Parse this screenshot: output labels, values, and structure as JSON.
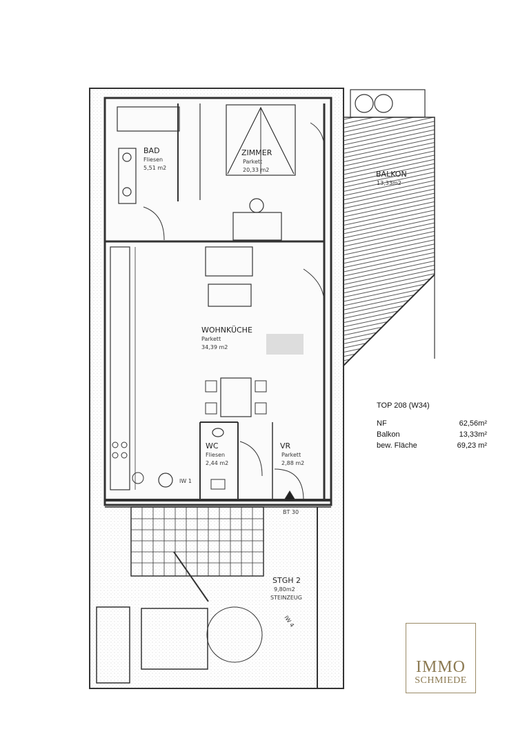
{
  "rooms": {
    "bad": {
      "name": "BAD",
      "floor": "Fliesen",
      "area": "5,51 m2"
    },
    "zimmer": {
      "name": "ZIMMER",
      "floor": "Parkett",
      "area": "20,33 m2"
    },
    "balkon": {
      "name": "BALKON",
      "area": "13,33m2"
    },
    "wohnkueche": {
      "name": "WOHNKÜCHE",
      "floor": "Parkett",
      "area": "34,39 m2"
    },
    "wc": {
      "name": "WC",
      "floor": "Fliesen",
      "area": "2,44 m2"
    },
    "vr": {
      "name": "VR",
      "floor": "Parkett",
      "area": "2,88 m2"
    },
    "stgh": {
      "name": "STGH 2",
      "area": "9,80m2",
      "floor": "STEINZEUG"
    }
  },
  "labels": {
    "iw1": "IW 1",
    "iw4": "IW 4",
    "bt": "BT 30"
  },
  "info": {
    "title": "TOP 208 (W34)",
    "rows": [
      {
        "label": "NF",
        "value": "62,56m²"
      },
      {
        "label": "Balkon",
        "value": "13,33m²"
      },
      {
        "label": "bew. Fläche",
        "value": "69,23 m²"
      }
    ]
  },
  "logo": {
    "line1": "IMMO",
    "line2": "SCHMIEDE",
    "color": "#8c7a52"
  }
}
